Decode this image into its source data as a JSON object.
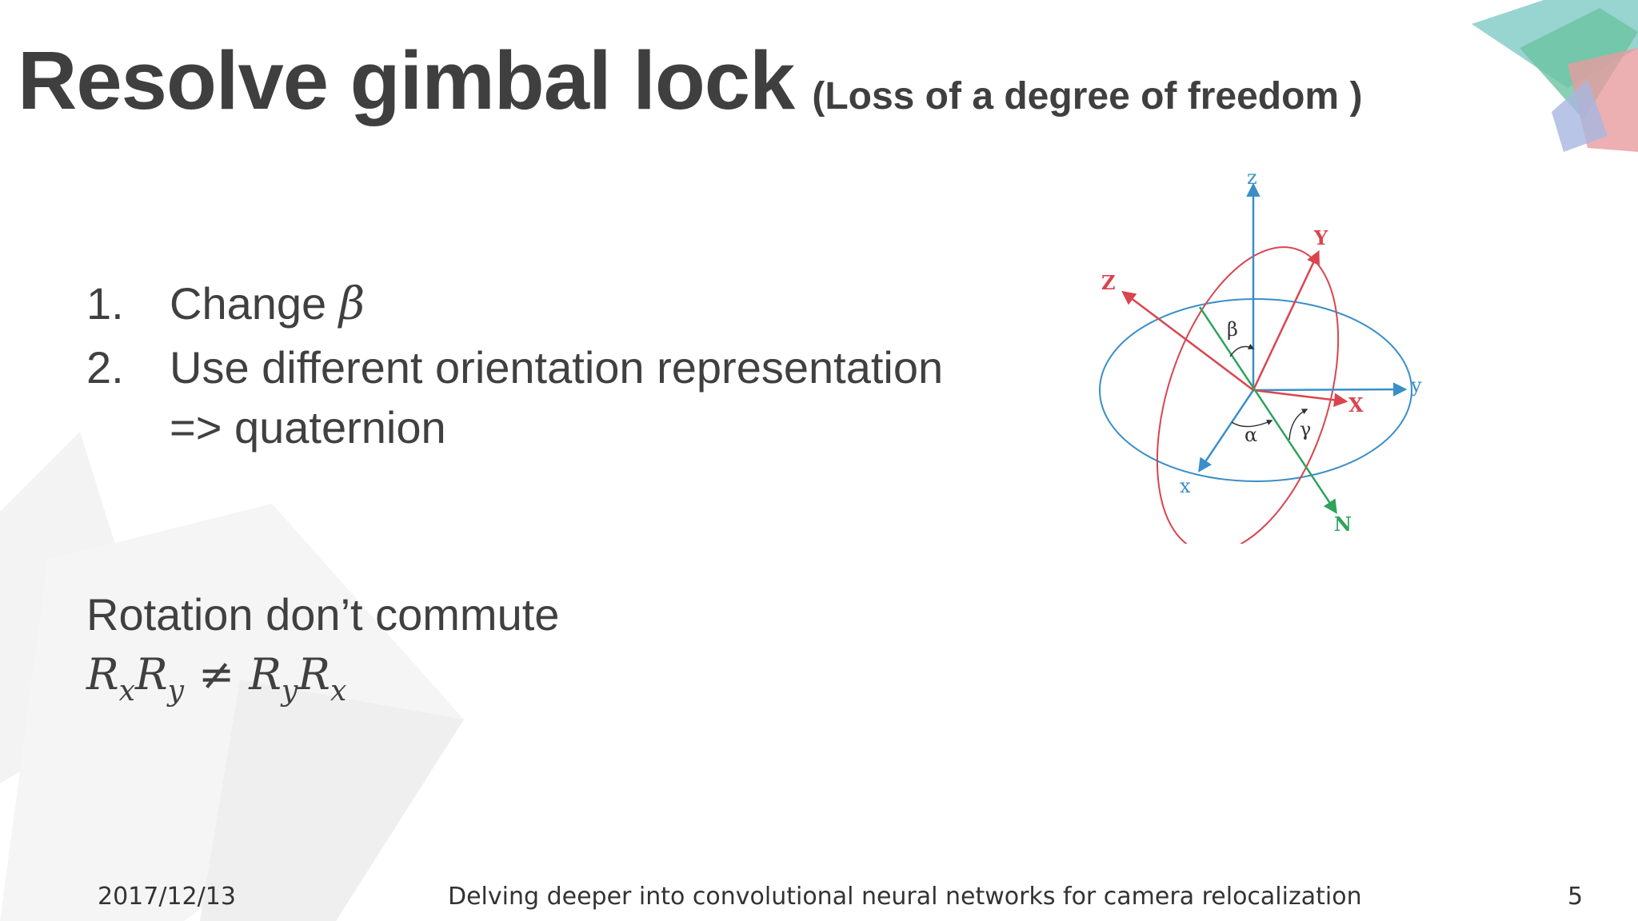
{
  "slide": {
    "title": "Resolve gimbal lock",
    "subtitle": "(Loss of a degree of freedom )",
    "list": [
      {
        "num": "1.",
        "text": "Change ",
        "math": "β"
      },
      {
        "num": "2.",
        "text": "Use different orientation representation",
        "cont": "=> quaternion"
      }
    ],
    "commute_text": "Rotation don’t commute",
    "formula": {
      "a": "R",
      "a_sub": "x",
      "b": "R",
      "b_sub": "y",
      "neq": "≠",
      "c": "R",
      "c_sub": "y",
      "d": "R",
      "d_sub": "x"
    }
  },
  "diagram": {
    "labels": {
      "z": "z",
      "Y": "Y",
      "Z": "Z",
      "beta": "β",
      "y": "y",
      "X": "X",
      "alpha": "α",
      "gamma": "γ",
      "x": "x",
      "N": "N"
    }
  },
  "footer": {
    "date": "2017/12/13",
    "title": "Delving deeper into convolutional neural networks for camera relocalization",
    "page": "5"
  },
  "colors": {
    "blue": "#3a8fc8",
    "red": "#d9454f",
    "green": "#2ea35c",
    "text": "#404040"
  }
}
